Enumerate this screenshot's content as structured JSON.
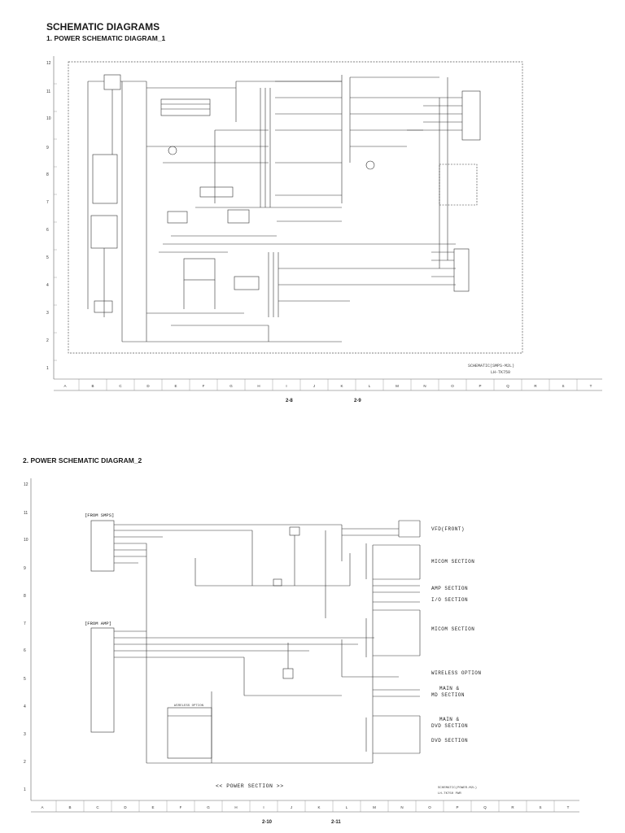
{
  "page": {
    "title": "SCHEMATIC DIAGRAMS"
  },
  "diagram1": {
    "heading": "1. POWER SCHEMATIC DIAGRAM_1",
    "row_labels": [
      "12",
      "11",
      "10",
      "9",
      "8",
      "7",
      "6",
      "5",
      "4",
      "3",
      "2",
      "1"
    ],
    "col_labels": [
      "A",
      "B",
      "C",
      "D",
      "E",
      "F",
      "G",
      "H",
      "I",
      "J",
      "K",
      "L",
      "M",
      "N",
      "O",
      "P",
      "Q",
      "R",
      "S",
      "T"
    ],
    "caption_line1": "SCHEMATIC(SMPS-M2L)",
    "caption_line2": "LH-TK750",
    "page_left": "2-8",
    "page_right": "2-9"
  },
  "diagram2": {
    "heading": "2. POWER SCHEMATIC DIAGRAM_2",
    "row_labels": [
      "12",
      "11",
      "10",
      "9",
      "8",
      "7",
      "6",
      "5",
      "4",
      "3",
      "2",
      "1"
    ],
    "col_labels": [
      "A",
      "B",
      "C",
      "D",
      "E",
      "F",
      "G",
      "H",
      "I",
      "J",
      "K",
      "L",
      "M",
      "N",
      "O",
      "P",
      "Q",
      "R",
      "S",
      "T"
    ],
    "from_smps": "[FROM SMPS]",
    "from_amp": "[FROM AMP]",
    "sections": [
      "VFD(FRONT)",
      "MICOM SECTION",
      "AMP SECTION",
      "I/O SECTION",
      "MICOM SECTION",
      "WIRELESS OPTION",
      "MAIN &",
      "MD SECTION",
      "MAIN &",
      "DVD SECTION",
      "DVD SECTION"
    ],
    "wireless_box": "WIRELESS OPTION",
    "footer": "<<  POWER SECTION  >>",
    "caption_line1": "SCHEMATIC(POWER-M2L)",
    "caption_line2": "LH-TK750 PWR",
    "page_left": "2-10",
    "page_right": "2-11"
  }
}
